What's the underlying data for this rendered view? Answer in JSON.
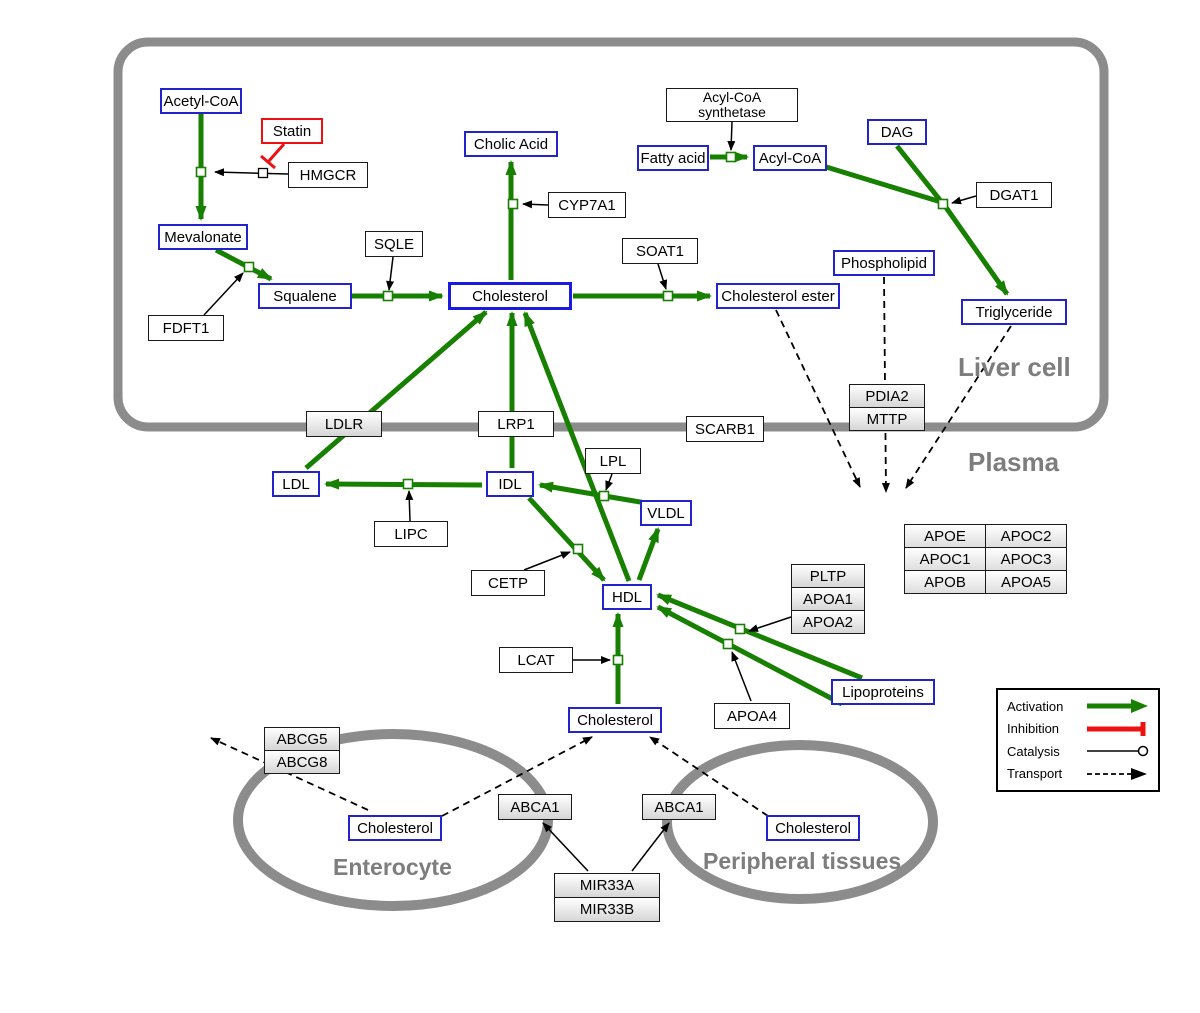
{
  "regions": {
    "liver_cell": "Liver cell",
    "plasma": "Plasma",
    "enterocyte": "Enterocyte",
    "peripheral_tissues": "Peripheral tissues"
  },
  "metabolites": {
    "acetyl_coa": "Acetyl-CoA",
    "mevalonate": "Mevalonate",
    "squalene": "Squalene",
    "cholic_acid": "Cholic Acid",
    "cholesterol_liver": "Cholesterol",
    "fatty_acid": "Fatty acid",
    "acyl_coa": "Acyl-CoA",
    "dag": "DAG",
    "phospholipid": "Phospholipid",
    "cholesterol_ester": "Cholesterol ester",
    "triglyceride": "Triglyceride",
    "ldl": "LDL",
    "idl": "IDL",
    "vldl": "VLDL",
    "hdl": "HDL",
    "cholesterol_plasma": "Cholesterol",
    "lipoproteins": "Lipoproteins",
    "cholesterol_enterocyte": "Cholesterol",
    "cholesterol_peripheral": "Cholesterol"
  },
  "proteins": {
    "statin": "Statin",
    "hmgcr": "HMGCR",
    "sqle": "SQLE",
    "cyp7a1": "CYP7A1",
    "soat1": "SOAT1",
    "acyl_coa_synthetase_line1": "Acyl-CoA",
    "acyl_coa_synthetase_line2": "synthetase",
    "dgat1": "DGAT1",
    "fdft1": "FDFT1",
    "ldlr": "LDLR",
    "lrp1": "LRP1",
    "scarb1": "SCARB1",
    "pdia2": "PDIA2",
    "mttp": "MTTP",
    "lpl": "LPL",
    "lipc": "LIPC",
    "cetp": "CETP",
    "lcat": "LCAT",
    "pltp": "PLTP",
    "apoa1": "APOA1",
    "apoa2": "APOA2",
    "apoa4": "APOA4",
    "abcg5": "ABCG5",
    "abcg8": "ABCG8",
    "abca1_enterocyte": "ABCA1",
    "abca1_peripheral": "ABCA1",
    "mir33a": "MIR33A",
    "mir33b": "MIR33B"
  },
  "apo_table": {
    "rows": [
      [
        "APOE",
        "APOC2"
      ],
      [
        "APOC1",
        "APOC3"
      ],
      [
        "APOB",
        "APOA5"
      ]
    ]
  },
  "legend": {
    "activation": "Activation",
    "inhibition": "Inhibition",
    "catalysis": "Catalysis",
    "transport": "Transport"
  },
  "colors": {
    "activation": "#178000",
    "inhibition": "#ee1111",
    "metabolite_border": "#2323cc",
    "cell_border": "#8c8c8c"
  }
}
